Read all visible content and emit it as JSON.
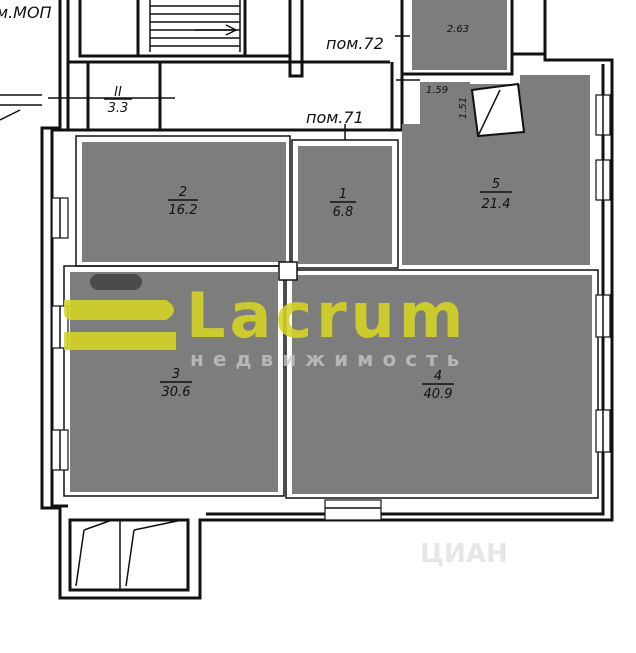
{
  "labels": {
    "mop": "м.МОП",
    "pom72": "пом.72",
    "pom71": "пом.71",
    "room_2_63": "2.63",
    "room_II": "II",
    "room_II_area": "3.3",
    "dim_159": "1.59",
    "dim_151": "1.51"
  },
  "rooms": [
    {
      "num": "1",
      "area": "6.8"
    },
    {
      "num": "2",
      "area": "16.2"
    },
    {
      "num": "3",
      "area": "30.6"
    },
    {
      "num": "4",
      "area": "40.9"
    },
    {
      "num": "5",
      "area": "21.4"
    }
  ],
  "watermark": {
    "brand": "Lacrum",
    "tagline": "недвижимость",
    "cian": "ЦИАН",
    "brand_color": "#d6d624"
  }
}
